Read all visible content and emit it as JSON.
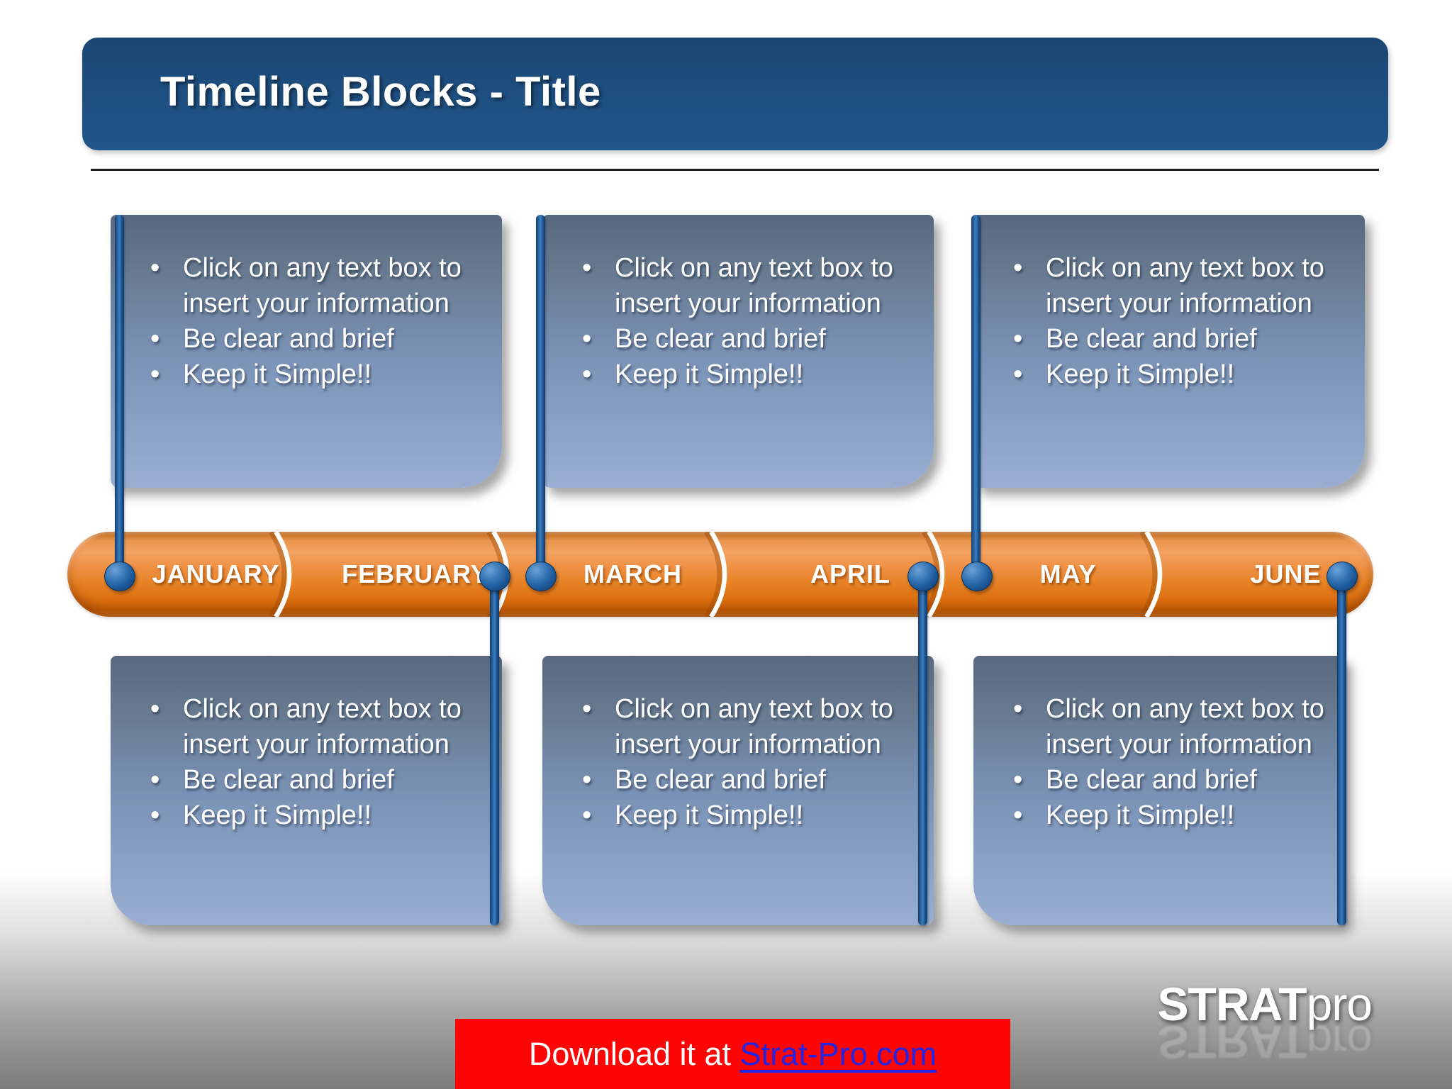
{
  "title": "Timeline Blocks - Title",
  "timeline": {
    "months": [
      "JANUARY",
      "FEBRUARY",
      "MARCH",
      "APRIL",
      "MAY",
      "JUNE"
    ],
    "top_boxes": [
      {
        "bullets": [
          "Click on any text box to insert your information",
          "Be clear and brief",
          "Keep it Simple!!"
        ]
      },
      {
        "bullets": [
          "Click on any text box to insert your information",
          "Be clear and brief",
          "Keep it Simple!!"
        ]
      },
      {
        "bullets": [
          "Click on any text box to insert your information",
          "Be clear and brief",
          "Keep it Simple!!"
        ]
      }
    ],
    "bottom_boxes": [
      {
        "bullets": [
          "Click on any text box to insert your information",
          "Be clear and brief",
          "Keep it Simple!!"
        ]
      },
      {
        "bullets": [
          "Click on any text box to insert your information",
          "Be clear and brief",
          "Keep it Simple!!"
        ]
      },
      {
        "bullets": [
          "Click on any text box to insert your information",
          "Be clear and brief",
          "Keep it Simple!!"
        ]
      }
    ]
  },
  "footer": {
    "download_prefix": "Download it at ",
    "download_link": "Strat-Pro.com"
  },
  "logo": {
    "strat": "STRAT",
    "pro": "pro"
  },
  "colors": {
    "title_bar_blue": "#1e4f81",
    "timeline_orange": "#e88428",
    "pin_blue": "#1d5a9b",
    "textbox_gradient_top": "#57687f",
    "textbox_gradient_bottom": "#99aed2",
    "banner_red": "#fe0505",
    "link_blue": "#2424e4"
  }
}
